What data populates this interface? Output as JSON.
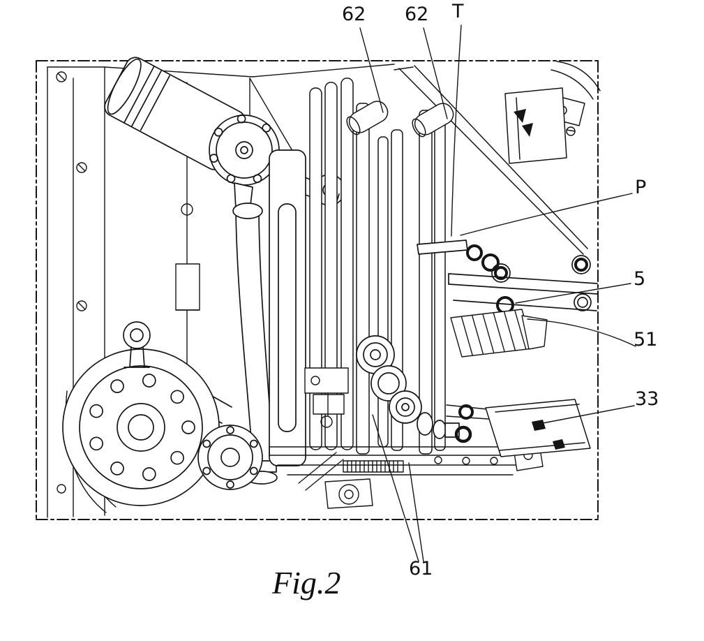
{
  "figure": {
    "caption": "Fig.2",
    "labels": {
      "ref62a": "62",
      "ref62b": "62",
      "refT": "T",
      "refP": "P",
      "ref5": "5",
      "ref51": "51",
      "ref33": "33",
      "ref61": "61"
    },
    "colors": {
      "ink": "#151515",
      "background": "#ffffff"
    }
  }
}
